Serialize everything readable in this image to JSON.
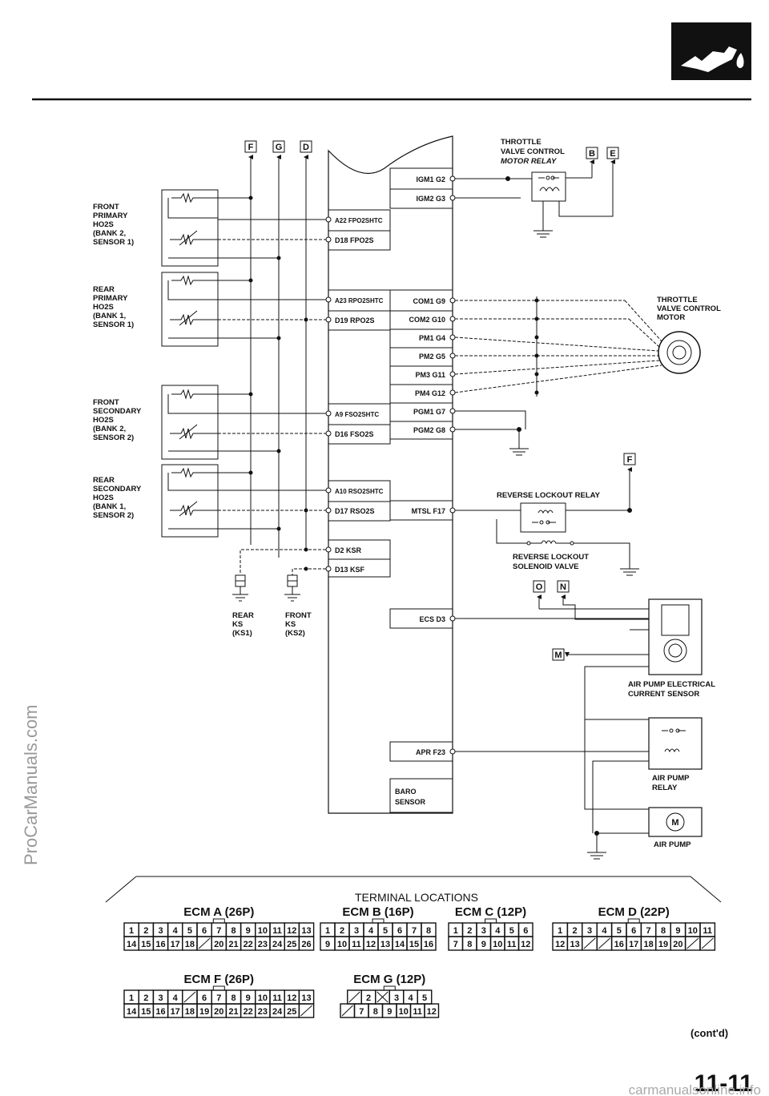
{
  "watermark_left": "ProCarManuals.com",
  "watermark_bottom": "carmanualsonline.info",
  "page_number": "11-11",
  "cont_label": "(cont'd)",
  "header_icon": "fuel-nozzle-icon",
  "top_connectors": [
    "F",
    "G",
    "D"
  ],
  "throttle_relay": {
    "line1": "THROTTLE",
    "line2": "VALVE CONTROL",
    "line3": "MOTOR RELAY",
    "connectors": [
      "B",
      "E"
    ]
  },
  "sensors": [
    {
      "lines": [
        "FRONT",
        "PRIMARY",
        "HO2S",
        "(BANK 2,",
        "SENSOR 1)"
      ]
    },
    {
      "lines": [
        "REAR",
        "PRIMARY",
        "HO2S",
        "(BANK 1,",
        "SENSOR 1)"
      ]
    },
    {
      "lines": [
        "FRONT",
        "SECONDARY",
        "HO2S",
        "(BANK 2,",
        "SENSOR 2)"
      ]
    },
    {
      "lines": [
        "REAR",
        "SECONDARY",
        "HO2S",
        "(BANK 1,",
        "SENSOR 2)"
      ]
    }
  ],
  "ecm_left_pins": [
    "A22 FPO2SHTC",
    "D18 FPO2S",
    "A23 RPO2SHTC",
    "D19 RPO2S",
    "A9 FSO2SHTC",
    "D16 FSO2S",
    "A10 RSO2SHTC",
    "D17 RSO2S",
    "D2 KSR",
    "D13 KSF"
  ],
  "ecm_right_pins": [
    "IGM1 G2",
    "IGM2 G3",
    "COM1 G9",
    "COM2 G10",
    "PM1 G4",
    "PM2 G5",
    "PM3 G11",
    "PM4 G12",
    "PGM1 G7",
    "PGM2 G8",
    "MTSL F17",
    "ECS D3",
    "APR F23"
  ],
  "baro": [
    "BARO",
    "SENSOR"
  ],
  "ks_rear": [
    "REAR",
    "KS",
    "(KS1)"
  ],
  "ks_front": [
    "FRONT",
    "KS",
    "(KS2)"
  ],
  "throttle_motor": [
    "THROTTLE",
    "VALVE CONTROL",
    "MOTOR"
  ],
  "reverse_relay": "REVERSE LOCKOUT RELAY",
  "reverse_relay_connector": "F",
  "reverse_valve": [
    "REVERSE LOCKOUT",
    "SOLENOID VALVE"
  ],
  "air_pump_connectors": [
    "O",
    "N"
  ],
  "m_connector": "M",
  "air_pump_sensor": [
    "AIR PUMP ELECTRICAL",
    "CURRENT SENSOR"
  ],
  "air_pump_relay": [
    "AIR PUMP",
    "RELAY"
  ],
  "air_pump": "AIR PUMP",
  "air_pump_motor": "M",
  "terminal_locations": "TERMINAL LOCATIONS",
  "connectors": [
    {
      "title": "ECM A (26P)",
      "row1": [
        "1",
        "2",
        "3",
        "4",
        "5",
        "6",
        "7",
        "8",
        "9",
        "10",
        "11",
        "12",
        "13"
      ],
      "row2": [
        "14",
        "15",
        "16",
        "17",
        "18",
        "/",
        "20",
        "21",
        "22",
        "23",
        "24",
        "25",
        "26"
      ]
    },
    {
      "title": "ECM B (16P)",
      "row1": [
        "1",
        "2",
        "3",
        "4",
        "5",
        "6",
        "7",
        "8"
      ],
      "row2": [
        "9",
        "10",
        "11",
        "12",
        "13",
        "14",
        "15",
        "16"
      ]
    },
    {
      "title": "ECM C (12P)",
      "row1": [
        "1",
        "2",
        "3",
        "4",
        "5",
        "6"
      ],
      "row2": [
        "7",
        "8",
        "9",
        "10",
        "11",
        "12"
      ]
    },
    {
      "title": "ECM D (22P)",
      "row1": [
        "1",
        "2",
        "3",
        "4",
        "5",
        "6",
        "7",
        "8",
        "9",
        "10",
        "11"
      ],
      "row2": [
        "12",
        "13",
        "/",
        "/",
        "16",
        "17",
        "18",
        "19",
        "20",
        "/",
        "/"
      ]
    },
    {
      "title": "ECM F (26P)",
      "row1": [
        "1",
        "2",
        "3",
        "4",
        "/",
        "6",
        "7",
        "8",
        "9",
        "10",
        "11",
        "12",
        "13"
      ],
      "row2": [
        "14",
        "15",
        "16",
        "17",
        "18",
        "19",
        "20",
        "21",
        "22",
        "23",
        "24",
        "25",
        "/"
      ]
    },
    {
      "title": "ECM G (12P)",
      "row1": [
        "/",
        "2",
        "X",
        "3",
        "4",
        "5"
      ],
      "row2": [
        "/",
        "7",
        "8",
        "9",
        "10",
        "11",
        "12"
      ]
    }
  ]
}
